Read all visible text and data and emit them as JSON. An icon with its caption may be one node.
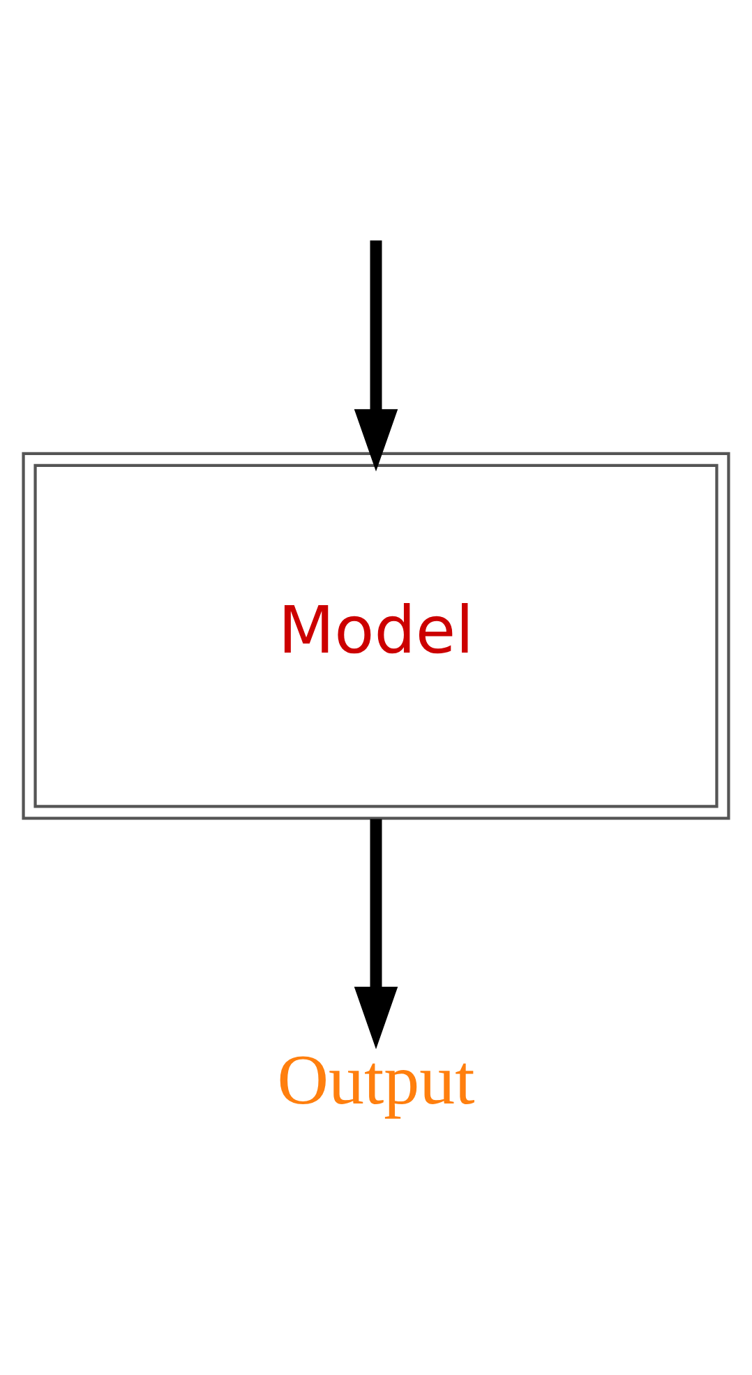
{
  "diagram": {
    "nodes": [
      {
        "text": [
          "Model"
        ]
      },
      {
        "text": [
          "Output"
        ]
      }
    ],
    "edges": [
      {
        "from": null,
        "to": 0,
        "arrow": "to"
      },
      {
        "from": 0,
        "to": 1,
        "arrow": "to"
      }
    ]
  }
}
